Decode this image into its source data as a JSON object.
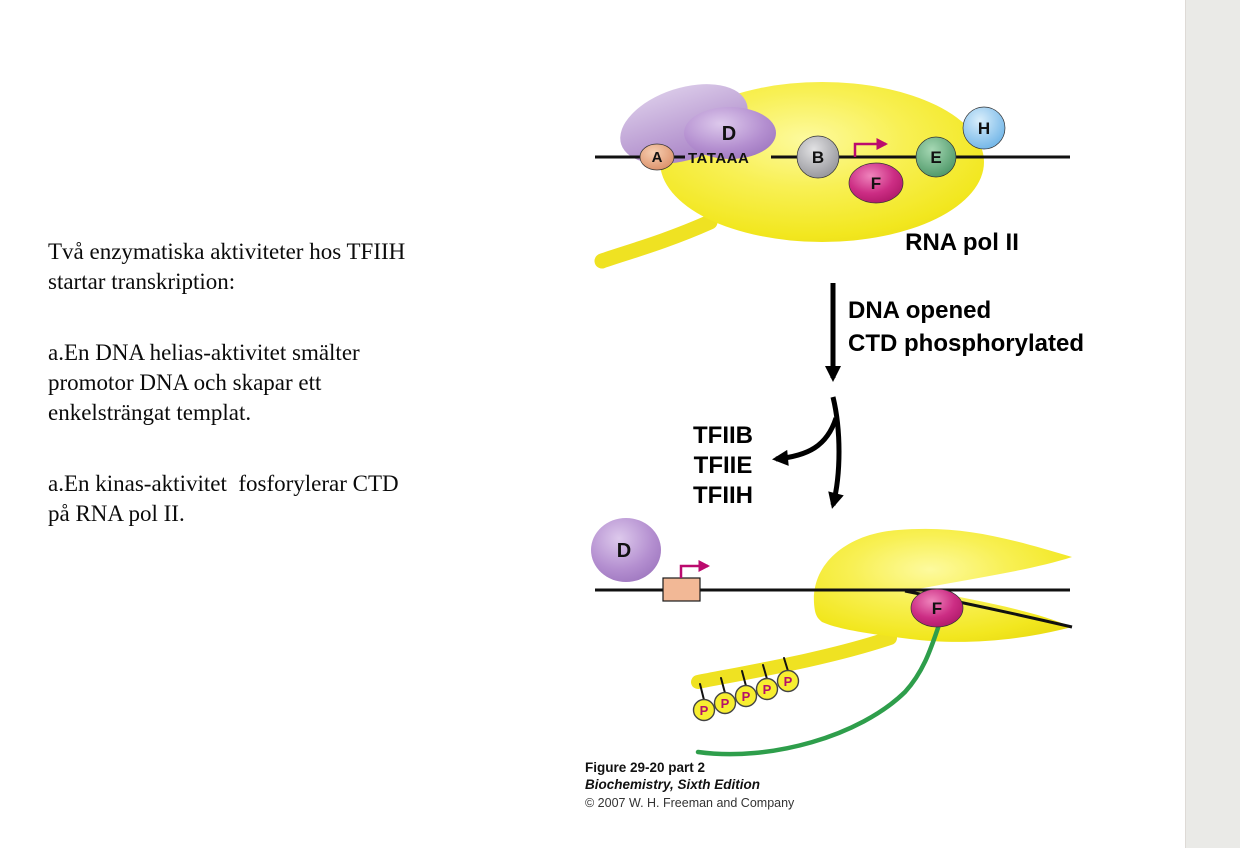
{
  "page": {
    "background": "#ffffff",
    "right_strip_color": "#eaeae7"
  },
  "left_text": {
    "blocks": [
      [
        "Två enzymatiska aktiviteter hos TFIIH",
        "startar transkription:"
      ],
      [
        "a.En DNA helias-aktivitet smälter",
        "promotor DNA och skapar ett",
        "enkelsträngat templat."
      ],
      [
        "a.En kinas-aktivitet  fosforylerar CTD",
        "på RNA pol II."
      ]
    ]
  },
  "diagram": {
    "top": {
      "factor_a": "A",
      "factor_d": "D",
      "factor_b": "B",
      "factor_f": "F",
      "factor_e": "E",
      "factor_h": "H",
      "tata_label": "TATAAA",
      "polymerase_label": "RNA pol II"
    },
    "transition": {
      "arrow_label_line1": "DNA opened",
      "arrow_label_line2": "CTD phosphorylated",
      "released_1": "TFIIB",
      "released_2": "TFIIE",
      "released_3": "TFIIH"
    },
    "bottom": {
      "factor_d": "D",
      "factor_f": "F",
      "phosphate": "P",
      "phosphate_count": 5
    },
    "caption": {
      "figure": "Figure 29-20 part 2",
      "book": "Biochemistry, Sixth Edition",
      "copyright": "© 2007 W. H. Freeman and Company"
    },
    "colors": {
      "polymerase_yellow": "#f2e71f",
      "tfiid_purple": "#b48fd0",
      "tfiia_salmon": "#dd8f6a",
      "tfiib_gray": "#9a9a9e",
      "tfiif_magenta": "#cc2d84",
      "tfiie_green": "#4a9a68",
      "tfiih_blue": "#6cb4e8",
      "arrow_magenta": "#bb0a6e",
      "rna_green": "#2e9e4b",
      "dna_black": "#111111"
    }
  }
}
